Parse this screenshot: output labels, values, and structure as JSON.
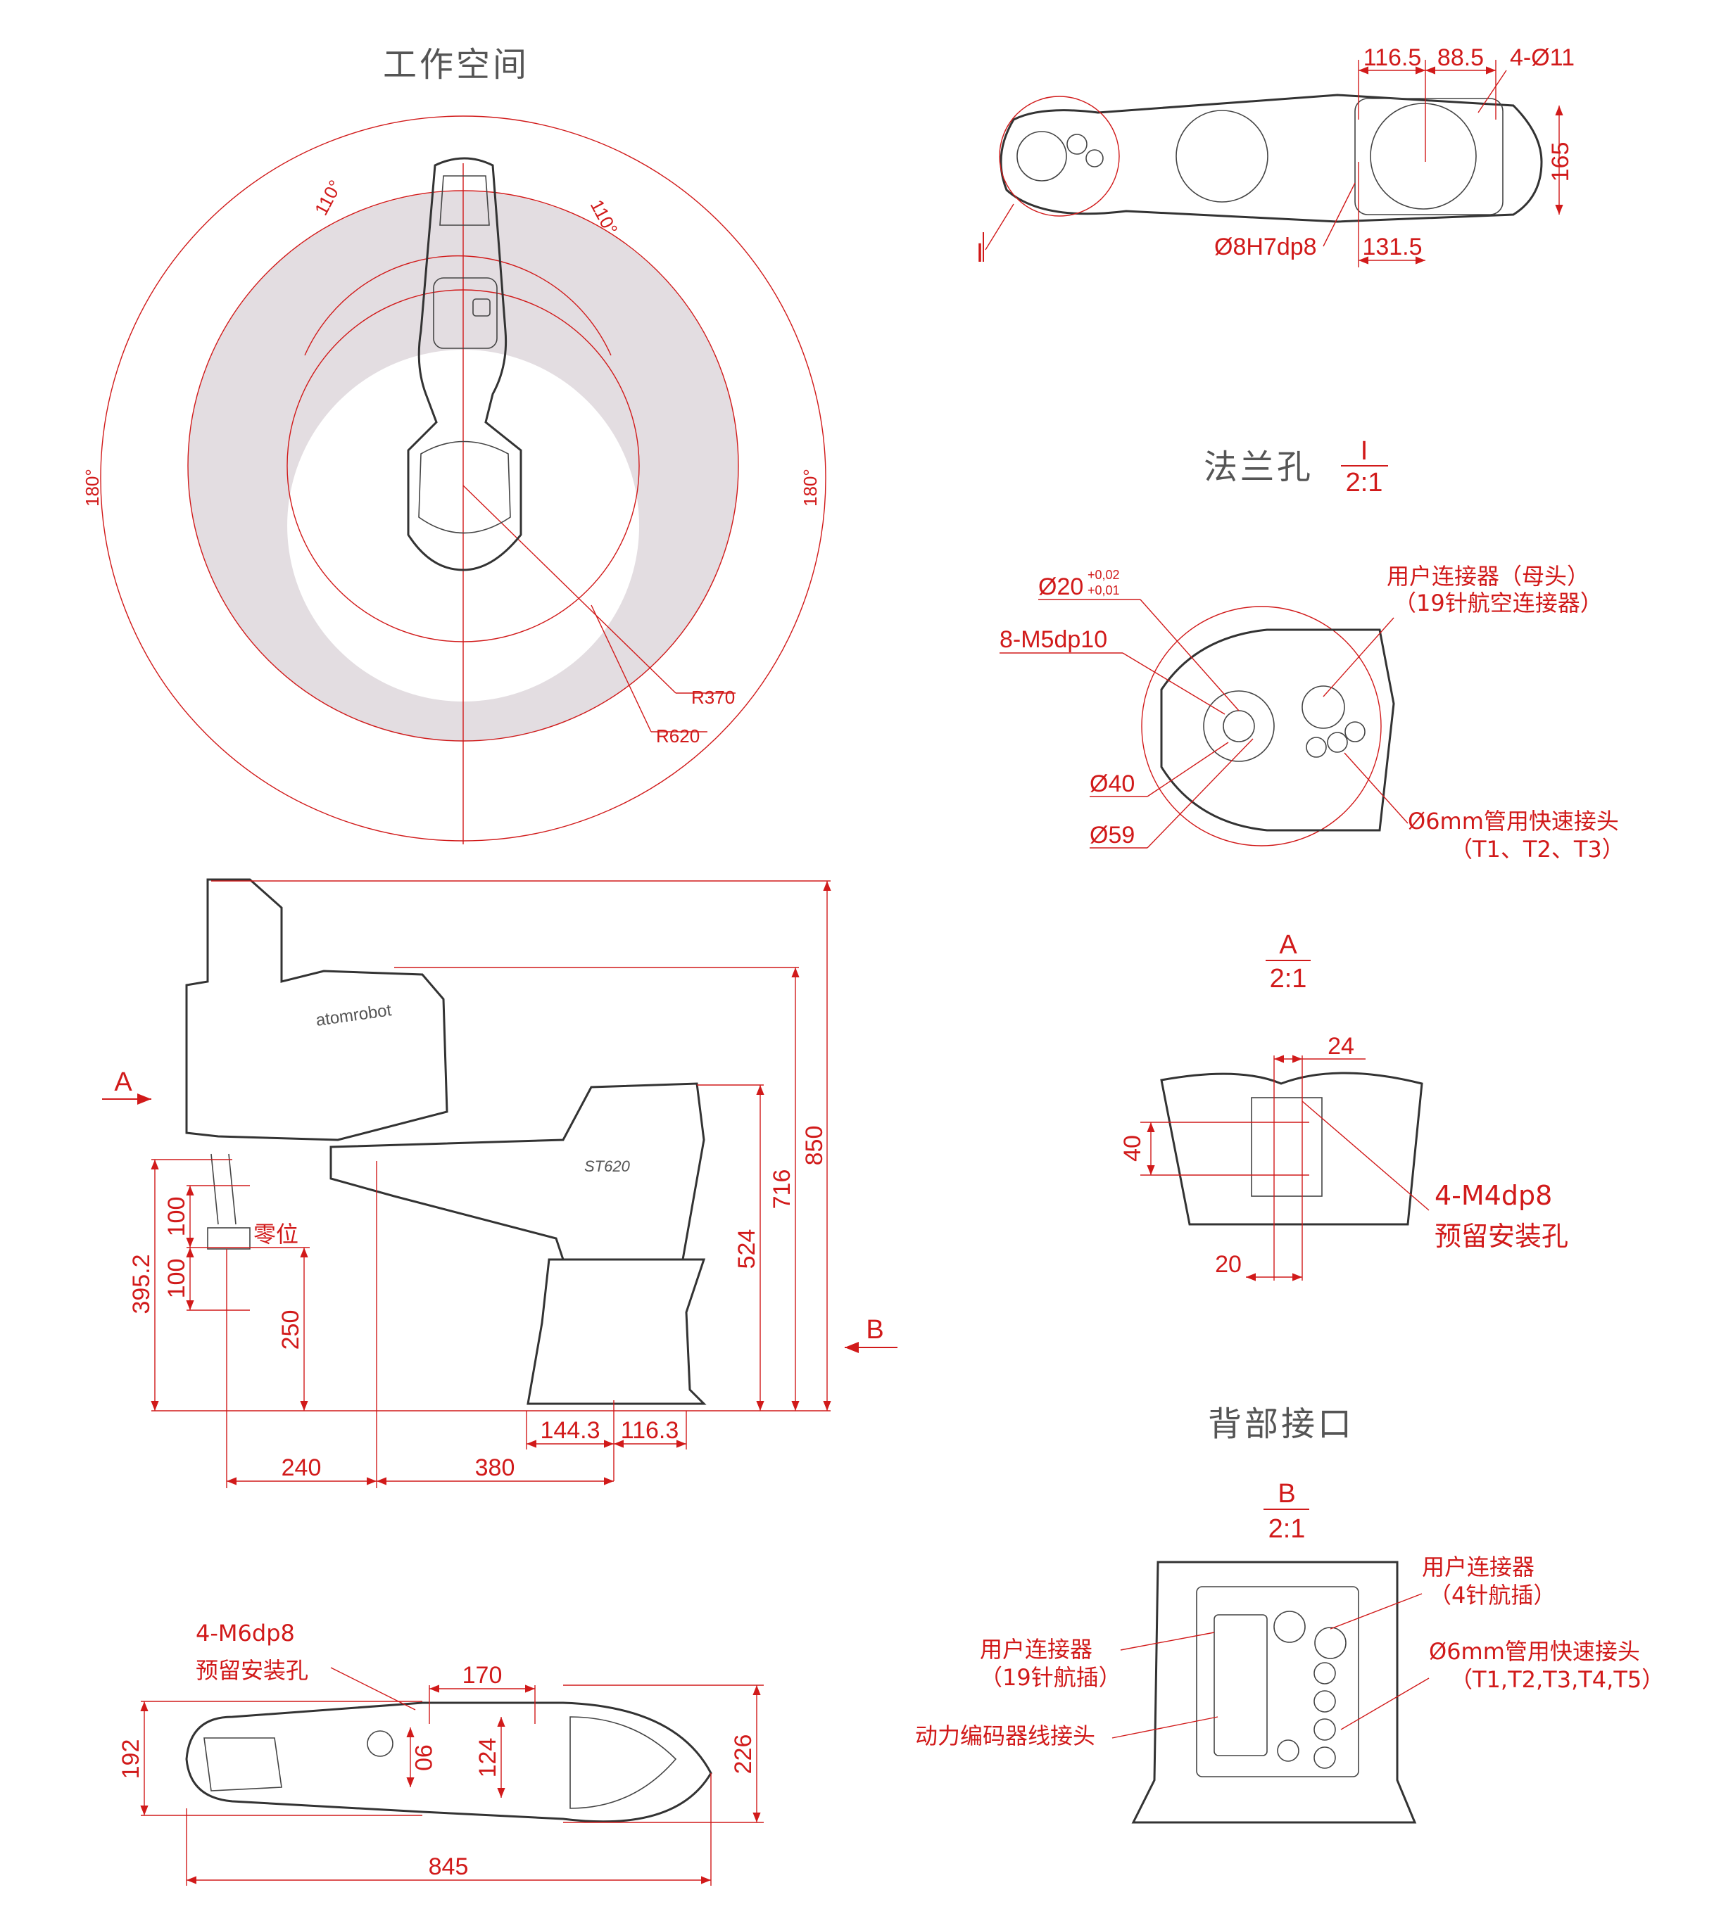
{
  "titles": {
    "workspace": "工作空间",
    "flange": "法兰孔",
    "rear": "背部接口"
  },
  "views": {
    "flange_ref": "I",
    "flange_scale": "2:1",
    "view_a": "A",
    "view_a_scale": "2:1",
    "view_b": "B",
    "view_b_scale": "2:1"
  },
  "workspace": {
    "angle_left_inner": "110°",
    "angle_right_inner": "110°",
    "angle_left_outer": "180°",
    "angle_right_outer": "180°",
    "r_inner": "R370",
    "r_outer": "R620"
  },
  "top_view": {
    "d1": "116.5",
    "d2": "88.5",
    "holes": "4-Ø11",
    "height": "165",
    "pin": "Ø8H7dp8",
    "d3": "131.5",
    "detail_ref": "I"
  },
  "flange_detail": {
    "bore": "Ø20",
    "tol_upper": "+0,02",
    "tol_lower": "+0,01",
    "threads": "8-M5dp10",
    "pcd": "Ø40",
    "outer": "Ø59",
    "user_conn_line1": "用户连接器（母头）",
    "user_conn_line2": "（19针航空连接器）",
    "fitting_line1": "Ø6mm管用快速接头",
    "fitting_line2": "（T1、T2、T3）"
  },
  "view_a": {
    "w_top": "24",
    "h": "40",
    "w_bottom": "20",
    "holes_line1": "4-M4dp8",
    "holes_line2": "预留安装孔"
  },
  "side_view": {
    "arrow_a": "A",
    "arrow_b": "B",
    "h_total": "850",
    "h_arm1": "716",
    "h_arm2": "524",
    "stroke": "395.2",
    "z_up": "100",
    "z_down": "100",
    "zero_label": "零位",
    "h_zero": "250",
    "base_left": "144.3",
    "base_right": "116.3",
    "link2": "240",
    "link1": "380",
    "arm_brand": "atomrobot",
    "arm_model": "ST620"
  },
  "bottom_view": {
    "holes_line1": "4-M6dp8",
    "holes_line2": "预留安装孔",
    "w_holes": "170",
    "h_left": "192",
    "d_small": "90",
    "h_holes": "124",
    "h_right": "226",
    "length": "845"
  },
  "view_b": {
    "user4_line1": "用户连接器",
    "user4_line2": "（4针航插）",
    "user19_line1": "用户连接器",
    "user19_line2": "（19针航插）",
    "fitting_line1": "Ø6mm管用快速接头",
    "fitting_line2": "（T1,T2,T3,T4,T5）",
    "power": "动力编码器线接头"
  }
}
